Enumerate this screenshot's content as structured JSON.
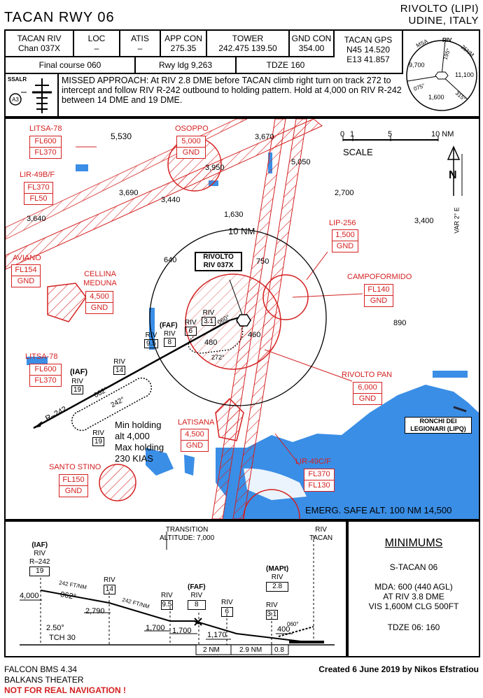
{
  "header": {
    "title": "TACAN RWY 06",
    "airport": "RIVOLTO (LIPI)",
    "location": "UDINE, ITALY"
  },
  "freq": {
    "tacan_label": "TACAN RIV",
    "tacan_chan": "Chan 037X",
    "loc_label": "LOC",
    "loc_val": "–",
    "atis_label": "ATIS",
    "atis_val": "–",
    "app_label": "APP CON",
    "app_val": "275.35",
    "tower_label": "TOWER",
    "tower_val": "242.475 139.50",
    "gnd_label": "GND CON",
    "gnd_val": "354.00",
    "gps_label": "TACAN GPS",
    "gps_n": "N45 14.520",
    "gps_e": "E13 41.857",
    "final_course": "Final course 060",
    "rwy_ldg": "Rwy ldg 9,263",
    "tdze": "TDZE 160"
  },
  "msa": {
    "title": "MSA",
    "fix": "RIV",
    "radius": "25NM",
    "sectors": [
      "9,700",
      "11,100",
      "1,600",
      "195°",
      "075°",
      "315°"
    ]
  },
  "approach_lights": {
    "label": "SSALR",
    "code": "A3"
  },
  "missed_approach": "MISSED APPROACH: At RIV 2.8 DME before TACAN climb right turn on track 272 to intercept and follow RIV R-242 outbound to holding pattern. Hold at 4,000 on RIV R-242 between 14 DME and 19 DME.",
  "plan": {
    "scale_label": "SCALE",
    "scale_ticks": [
      "0",
      "1",
      "5",
      "10 NM"
    ],
    "north": "N",
    "var": "VAR 2° E",
    "ring": "10 NM",
    "emerg": "EMERG. SAFE ALT. 100 NM 14,500",
    "spot_heights": [
      "5,530",
      "3,670",
      "3,950",
      "5,050",
      "3,690",
      "3,440",
      "2,700",
      "3,640",
      "1,630",
      "3,400",
      "640",
      "750",
      "890",
      "460",
      "480"
    ],
    "nav_box": [
      "RIVOLTO",
      "RIV 037X"
    ],
    "ronchi": [
      "RONCHI DEI",
      "LEGIONARI (LIPQ)"
    ],
    "airspaces": [
      {
        "name": "LITSA-78",
        "vals": [
          "FL600",
          "FL370"
        ]
      },
      {
        "name": "OSOPPO",
        "vals": [
          "5,000",
          "GND"
        ]
      },
      {
        "name": "LIR-49B/F",
        "vals": [
          "FL370",
          "FL50"
        ]
      },
      {
        "name": "LIP-256",
        "vals": [
          "1,500",
          "GND"
        ]
      },
      {
        "name": "AVIANO",
        "vals": [
          "FL154",
          "GND"
        ]
      },
      {
        "name": "CELLINA MEDUNA",
        "vals": [
          "4,500",
          "GND"
        ]
      },
      {
        "name": "CAMPOFORMIDO",
        "vals": [
          "FL140",
          "GND"
        ]
      },
      {
        "name": "LITSA-78",
        "vals": [
          "FL600",
          "FL370"
        ]
      },
      {
        "name": "RIVOLTO PAN",
        "vals": [
          "6,000",
          "GND"
        ]
      },
      {
        "name": "LATISANA",
        "vals": [
          "4,500",
          "GND"
        ]
      },
      {
        "name": "SANTO STINO",
        "vals": [
          "FL150",
          "GND"
        ]
      },
      {
        "name": "LIR-49C/F",
        "vals": [
          "FL370",
          "FL130"
        ]
      }
    ],
    "fixes": {
      "iaf": "(IAF)",
      "faf": "(FAF)",
      "riv": "RIV",
      "d19": "19",
      "d14": "14",
      "d95": "9.5",
      "d8": "8",
      "d6": "6",
      "d31": "3.1",
      "r242": "R–242",
      "c062": "062°",
      "c242": "242°",
      "c060": "060°",
      "c272": "272°"
    },
    "holding": [
      "Min holding",
      "alt 4,000",
      "Max holding",
      "230 KIAS"
    ]
  },
  "profile": {
    "transition": [
      "TRANSITION",
      "ALTITUDE: 7,000"
    ],
    "riv_tacan": [
      "RIV",
      "TACAN"
    ],
    "iaf": "(IAF)",
    "faf": "(FAF)",
    "mapt": "(MAPt)",
    "riv": "RIV",
    "r242": "R–242",
    "d19": "19",
    "d14": "14",
    "d95": "9.5",
    "d8": "8",
    "d6": "6",
    "d28": "2.8",
    "d31": "3.1",
    "alt_4000": "4,000",
    "alt_2790": "2,790",
    "alt_1700a": "1,700",
    "alt_1700b": "1,700",
    "alt_1170": "1,170",
    "alt_400": "400",
    "grad1": "242 FT/NM",
    "grad2": "242 FT/NM",
    "crs062": "062°",
    "crs060": "060°",
    "gp": "2.50°",
    "tch": "TCH 30",
    "dist1": "2 NM",
    "dist2": "2.9 NM",
    "dist3": "0.8"
  },
  "minimums": {
    "title": "MINIMUMS",
    "proc": "S-TACAN 06",
    "mda": "MDA: 600 (440 AGL)",
    "at": "AT RIV 3.8 DME",
    "vis": "VIS 1,600M CLG 500FT",
    "tdze": "TDZE 06: 160"
  },
  "footer": {
    "sim": "FALCON BMS 4.34",
    "theater": "BALKANS THEATER",
    "warning": "NOT FOR REAL NAVIGATION !",
    "created": "Created 6 June 2019 by Nikos Efstratiou"
  }
}
